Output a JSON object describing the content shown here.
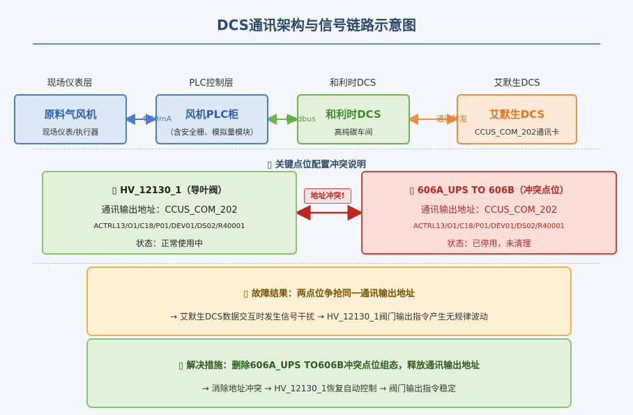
{
  "title": "DCS通讯架构与信号链路示意图",
  "layers": [
    {
      "label": "现场仪表层"
    },
    {
      "label": "PLC控制层"
    },
    {
      "label": "和利时DCS"
    },
    {
      "label": "艾默生DCS"
    }
  ],
  "nodes": [
    {
      "title": "原料气风机",
      "subtitle": "现场仪表/执行器"
    },
    {
      "title": "风机PLC柜",
      "subtitle": "（含安全栅、模拟量模块）"
    },
    {
      "title": "和利时DCS",
      "subtitle": "高纯碳车间"
    },
    {
      "title": "艾默生DCS",
      "subtitle": "CCUS_COM_202通讯卡"
    }
  ],
  "connections": [
    {
      "label": "4-20mA"
    },
    {
      "label": "Modbus"
    },
    {
      "label": "通讯转发"
    }
  ],
  "section": {
    "icon": "info-square-icon",
    "icon_glyph": "▯",
    "title": "关键点位配置冲突说明"
  },
  "points": [
    {
      "icon_glyph": "▯",
      "title": "HV_12130_1（导叶阀）",
      "address": "通讯输出地址：CCUS_COM_202",
      "path": "ACTRL13/O1/C18/P01/DEV01/DS02/R40001",
      "status": "状态：正常使用中"
    },
    {
      "icon_glyph": "▯",
      "title": "606A_UPS TO 606B（冲突点位）",
      "address": "通讯输出地址：CCUS_COM_202",
      "path": "ACTRL13/O1/C18/P01/DEV01/DS02/R40001",
      "status": "状态：已停用，未清理"
    }
  ],
  "conflict_label": "地址冲突!",
  "fault": {
    "icon_glyph": "▯",
    "title": "故障结果：两点位争抢同一通讯输出地址",
    "desc": "→ 艾默生DCS数据交互时发生信号干扰 → HV_12130_1阀门输出指令产生无规律波动"
  },
  "resolution": {
    "icon_glyph": "▯",
    "title": "解决措施：删除606A_UPS TO606B冲突点位组态，释放通讯输出地址",
    "desc": "→ 消除地址冲突 → HV_12130_1恢复自动控制 → 阀门输出指令稳定"
  },
  "colors": {
    "blue": "#4a7cc5",
    "green": "#6cb54a",
    "orange": "#ee8f3f",
    "red": "#d9403a",
    "title": "#2c4a6b"
  }
}
